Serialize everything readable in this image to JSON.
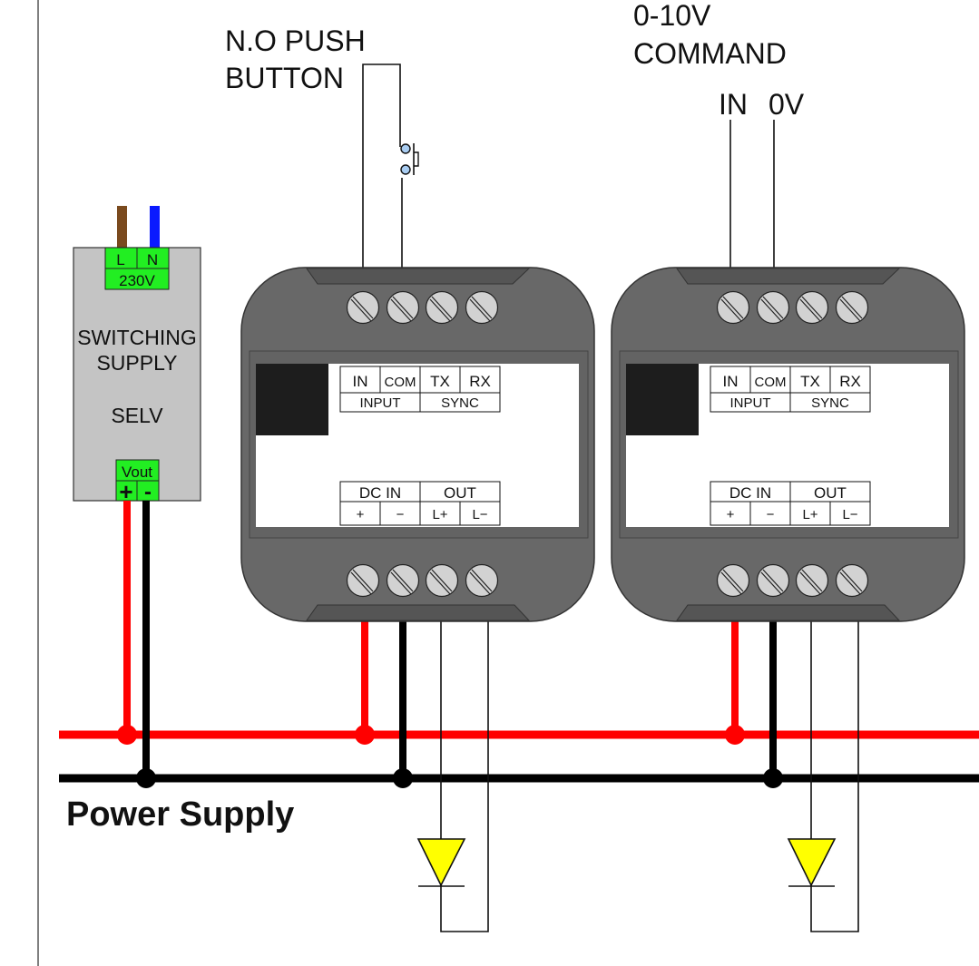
{
  "labels": {
    "push_button_line1": "N.O PUSH",
    "push_button_line2": "BUTTON",
    "command_line1": "0-10V",
    "command_line2": "COMMAND",
    "command_in": "IN",
    "command_0v": "0V",
    "power_supply": "Power Supply"
  },
  "switching_supply": {
    "input_terminals": [
      "L",
      "N"
    ],
    "input_voltage": "230V",
    "title_line1": "SWITCHING",
    "title_line2": "SUPPLY",
    "class": "SELV",
    "output_label": "Vout",
    "output_terminals": [
      "+",
      "-"
    ]
  },
  "modules": [
    {
      "top_terminals": [
        "IN",
        "COM",
        "TX",
        "RX"
      ],
      "top_groups": [
        "INPUT",
        "SYNC"
      ],
      "bottom_groups": [
        "DC IN",
        "OUT"
      ],
      "bottom_terminals": [
        "+",
        "−",
        "L+",
        "L−"
      ],
      "control_input": "N.O push button"
    },
    {
      "top_terminals": [
        "IN",
        "COM",
        "TX",
        "RX"
      ],
      "top_groups": [
        "INPUT",
        "SYNC"
      ],
      "bottom_groups": [
        "DC IN",
        "OUT"
      ],
      "bottom_terminals": [
        "+",
        "−",
        "L+",
        "L−"
      ],
      "control_input": "0-10V command"
    }
  ],
  "colors": {
    "positive_wire": "#ff0000",
    "negative_wire": "#000000",
    "live_wire": "#7a4a1e",
    "neutral_wire": "#0a1aff",
    "terminal_green": "#22ee22",
    "module_body": "#686868",
    "led": "#ffff00",
    "supply_body": "#c4c4c4"
  }
}
